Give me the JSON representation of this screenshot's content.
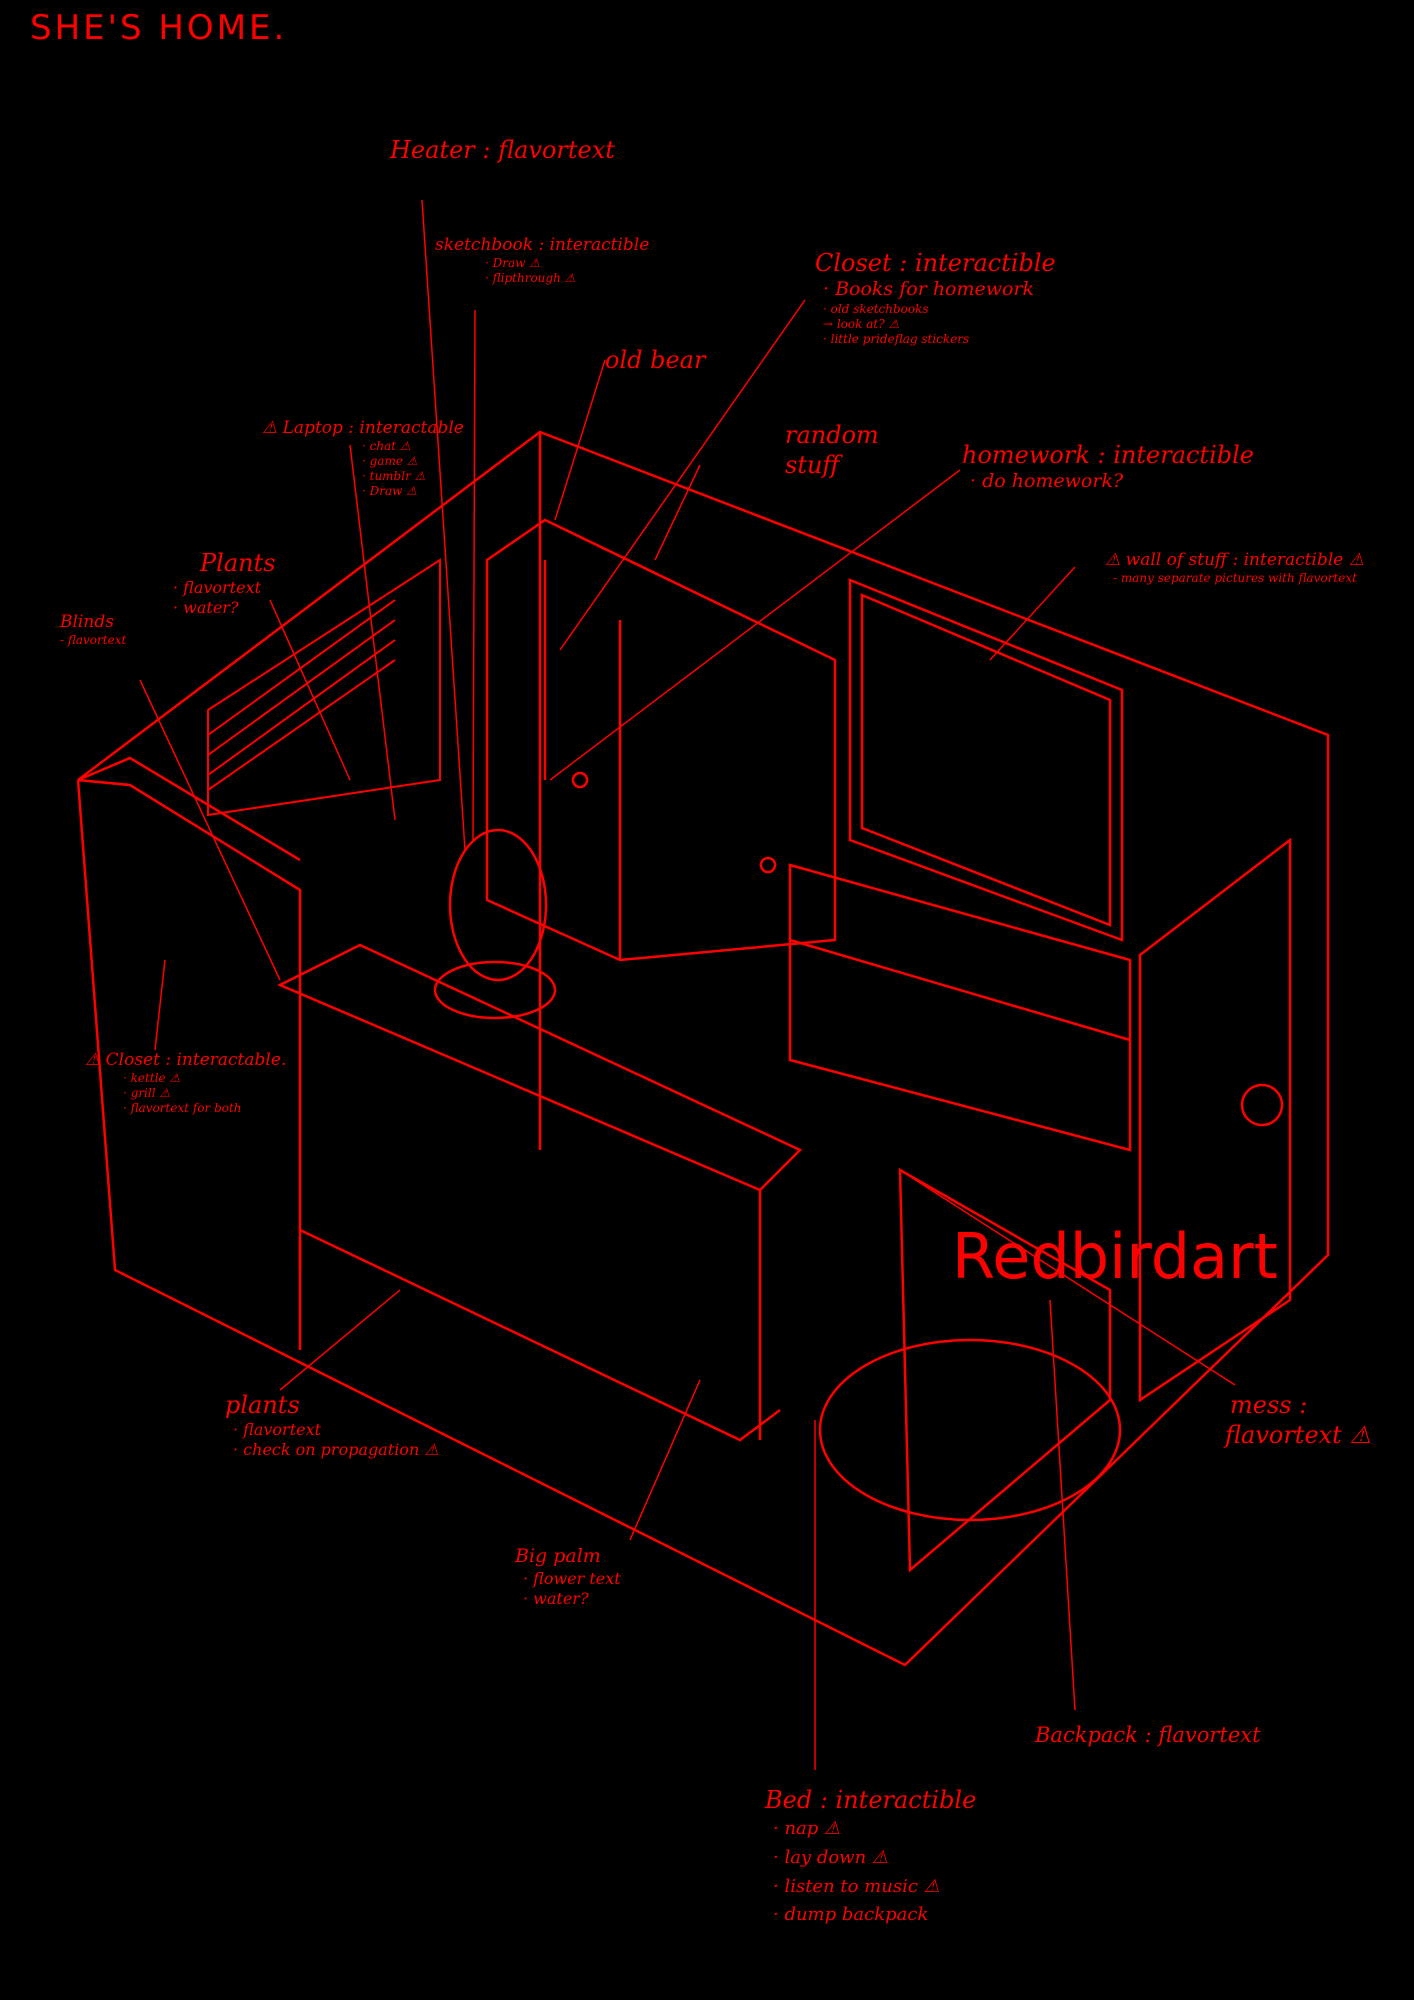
{
  "title": "SHE'S HOME.",
  "watermark": "Redbirdart",
  "accent_color": "#ff0000",
  "labels": {
    "heater": {
      "title": "Heater : flavortext"
    },
    "sketchbook": {
      "title": "sketchbook : interactible",
      "items": [
        "· Draw ⚠",
        "· flipthrough ⚠"
      ]
    },
    "laptop": {
      "title": "⚠ Laptop : interactable",
      "items": [
        "· chat ⚠",
        "· game ⚠",
        "· tumblr ⚠",
        "· Draw ⚠"
      ]
    },
    "old_bear": {
      "title": "old bear"
    },
    "random_stuff": {
      "title": "random stuff"
    },
    "closet_top": {
      "title": "Closet : interactible",
      "items": [
        "· Books for homework",
        "· old sketchbooks",
        "→ look at? ⚠",
        "· little prideflag stickers"
      ]
    },
    "homework": {
      "title": "homework : interactible",
      "items": [
        "· do homework?"
      ]
    },
    "wall_of_stuff": {
      "title": "⚠ wall of stuff : interactible ⚠",
      "items": [
        "- many separate pictures with flavortext"
      ]
    },
    "plants_top": {
      "title": "Plants",
      "items": [
        "· flavortext",
        "· water?"
      ]
    },
    "blinds": {
      "title": "Blinds",
      "items": [
        "- flavortext"
      ]
    },
    "closet_left": {
      "title": "⚠ Closet : interactable.",
      "items": [
        "· kettle ⚠",
        "· grill ⚠",
        "· flavortext for both"
      ]
    },
    "plants_bottom": {
      "title": "plants",
      "items": [
        "· flavortext",
        "· check on propagation ⚠"
      ]
    },
    "big_palm": {
      "title": "Big palm",
      "items": [
        "· flower text",
        "· water?"
      ]
    },
    "mess": {
      "title": "mess :",
      "items": [
        "flavortext ⚠"
      ]
    },
    "backpack": {
      "title": "Backpack : flavortext"
    },
    "bed": {
      "title": "Bed : interactible",
      "items": [
        "· nap ⚠",
        "· lay down ⚠",
        "· listen to music ⚠",
        "· dump backpack"
      ]
    }
  }
}
